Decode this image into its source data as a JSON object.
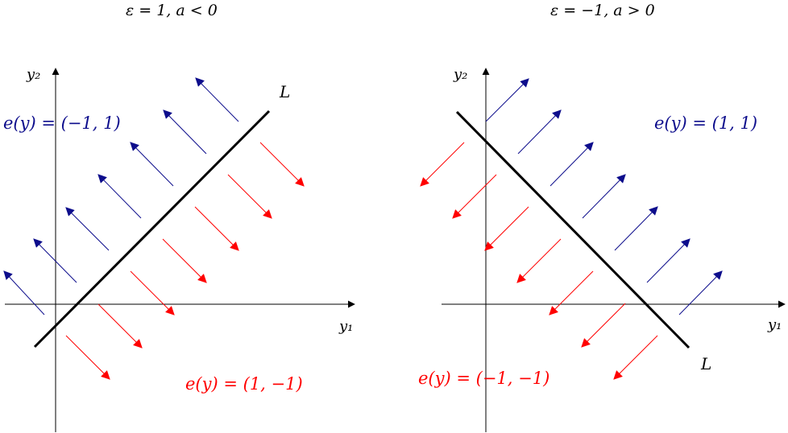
{
  "colors": {
    "axis": "#000000",
    "line": "#000000",
    "blue": "#0d0d8c",
    "red": "#ff0000"
  },
  "panels": [
    {
      "title": "ε = 1,  a < 0",
      "x_axis_label": "y₁",
      "y_axis_label": "y₂",
      "line_label": "L",
      "field_labels": {
        "blue": "e(y) = (−1, 1)",
        "red": "e(y) = (1, −1)"
      }
    },
    {
      "title": "ε = −1,  a > 0",
      "x_axis_label": "y₁",
      "y_axis_label": "y₂",
      "line_label": "L",
      "field_labels": {
        "blue": "e(y) = (1, 1)",
        "red": "e(y) = (−1, −1)"
      }
    }
  ]
}
